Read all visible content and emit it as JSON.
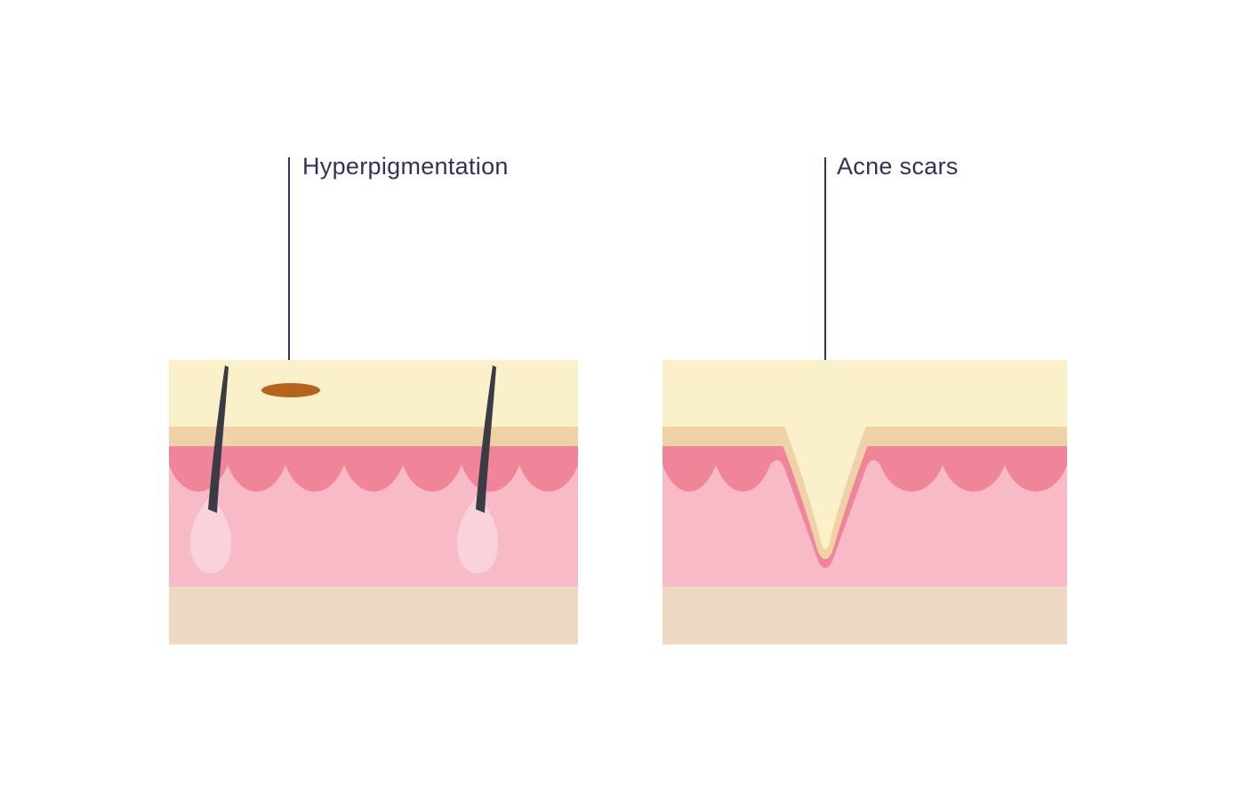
{
  "panels": [
    {
      "id": "hyperpigmentation",
      "label": "Hyperpigmentation"
    },
    {
      "id": "acne-scars",
      "label": "Acne scars"
    }
  ],
  "colors": {
    "background": "#ffffff",
    "epidermis_cream": "#faf0ca",
    "epidermis_tan": "#efd2a6",
    "dermis_dark_pink": "#f08498",
    "dermis_light_pink": "#f8bac6",
    "subcutis_beige": "#eed9c3",
    "follicle_bulb": "#fad2db",
    "hair": "#3b3b45",
    "pigment_spot": "#b5641e",
    "label_text": "#32325c",
    "pointer_line": "#32325c"
  }
}
